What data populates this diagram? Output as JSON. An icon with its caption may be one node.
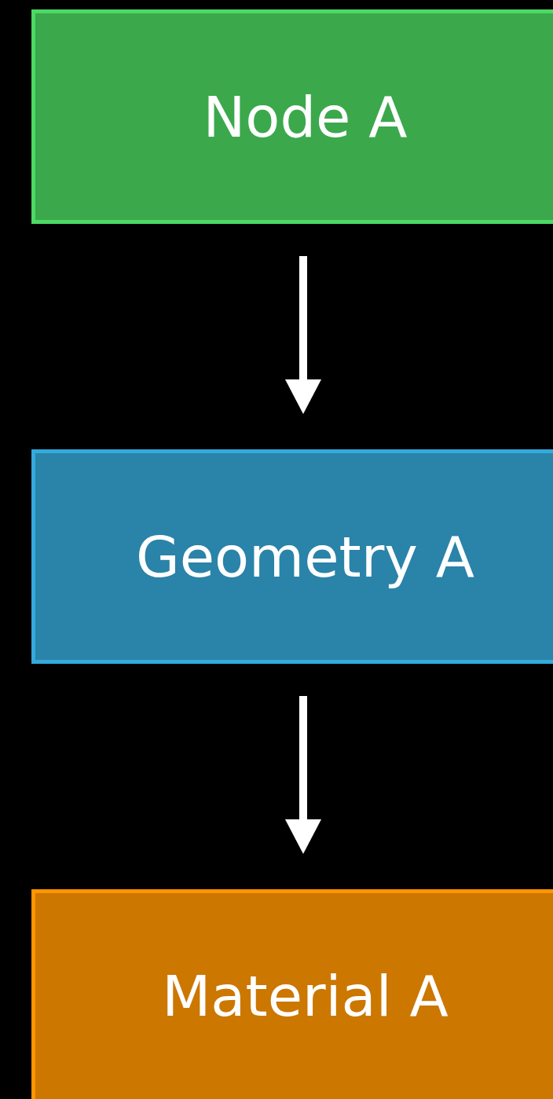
{
  "diagram": {
    "nodes": [
      {
        "text": [
          "Node A"
        ]
      },
      {
        "text": [
          "Geometry A"
        ]
      },
      {
        "text": [
          "Material A"
        ]
      }
    ],
    "edges": [
      {
        "from": 0,
        "to": 1,
        "arrow": "to"
      },
      {
        "from": 1,
        "to": 2,
        "arrow": "to"
      }
    ]
  }
}
